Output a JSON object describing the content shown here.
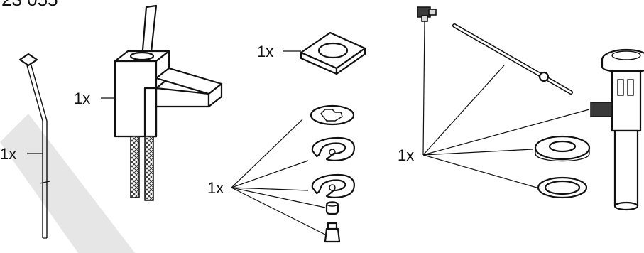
{
  "header": {
    "code": "23 055"
  },
  "labels": {
    "rod": "1x",
    "faucet": "1x",
    "flange": "1x",
    "fittings": "1x",
    "drain_set": "1x"
  },
  "watermark_color": "#e6e6e6"
}
